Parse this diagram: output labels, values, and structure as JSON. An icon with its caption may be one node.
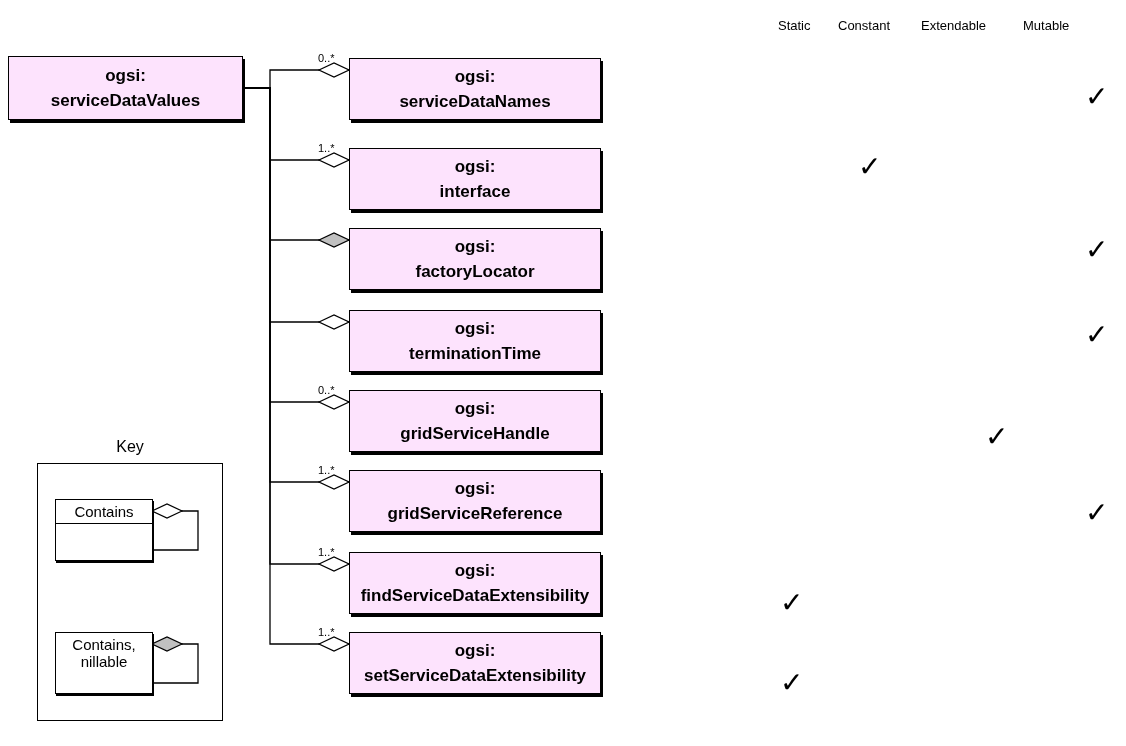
{
  "diagram": {
    "nodes": [
      {
        "text": [
          "ogsi: serviceDataValues"
        ]
      },
      {
        "text": [
          "ogsi: serviceDataNames"
        ]
      },
      {
        "text": [
          "ogsi: interface"
        ]
      },
      {
        "text": [
          "ogsi: factoryLocator"
        ]
      },
      {
        "text": [
          "ogsi: terminationTime"
        ]
      },
      {
        "text": [
          "ogsi: gridServiceHandle"
        ]
      },
      {
        "text": [
          "ogsi: gridServiceReference"
        ]
      },
      {
        "text": [
          "ogsi: findServiceDataExtensibility"
        ]
      },
      {
        "text": [
          "ogsi: setServiceDataExtensibility"
        ]
      },
      {
        "text": [
          "Key"
        ]
      },
      {
        "text": [
          "Contains"
        ],
        "in": 9
      },
      {
        "text": [
          "Contains, nillable"
        ],
        "in": 9
      }
    ],
    "edges": [
      {
        "from": 0,
        "to": 1,
        "arrow": "other",
        "label": "0..*"
      },
      {
        "from": 0,
        "to": 2,
        "arrow": "other",
        "label": "1..*"
      },
      {
        "from": 0,
        "to": 3,
        "arrow": "other"
      },
      {
        "from": 0,
        "to": 4,
        "arrow": "other"
      },
      {
        "from": 0,
        "to": 5,
        "arrow": "other",
        "label": "0..*"
      },
      {
        "from": 0,
        "to": 6,
        "arrow": "other",
        "label": "1..*"
      },
      {
        "from": 0,
        "to": 7,
        "arrow": "other",
        "label": "1..*"
      },
      {
        "from": 0,
        "to": 8,
        "arrow": "other",
        "label": "1..*"
      },
      {
        "from": 10,
        "to": 10,
        "arrow": "other"
      },
      {
        "from": 11,
        "to": 11,
        "arrow": "other"
      }
    ],
    "labels": [
      "Static",
      "Constant",
      "Extendable",
      "Mutable",
      "✓",
      "✓",
      "✓",
      "✓",
      "✓",
      "✓",
      "✓",
      "✓"
    ]
  }
}
